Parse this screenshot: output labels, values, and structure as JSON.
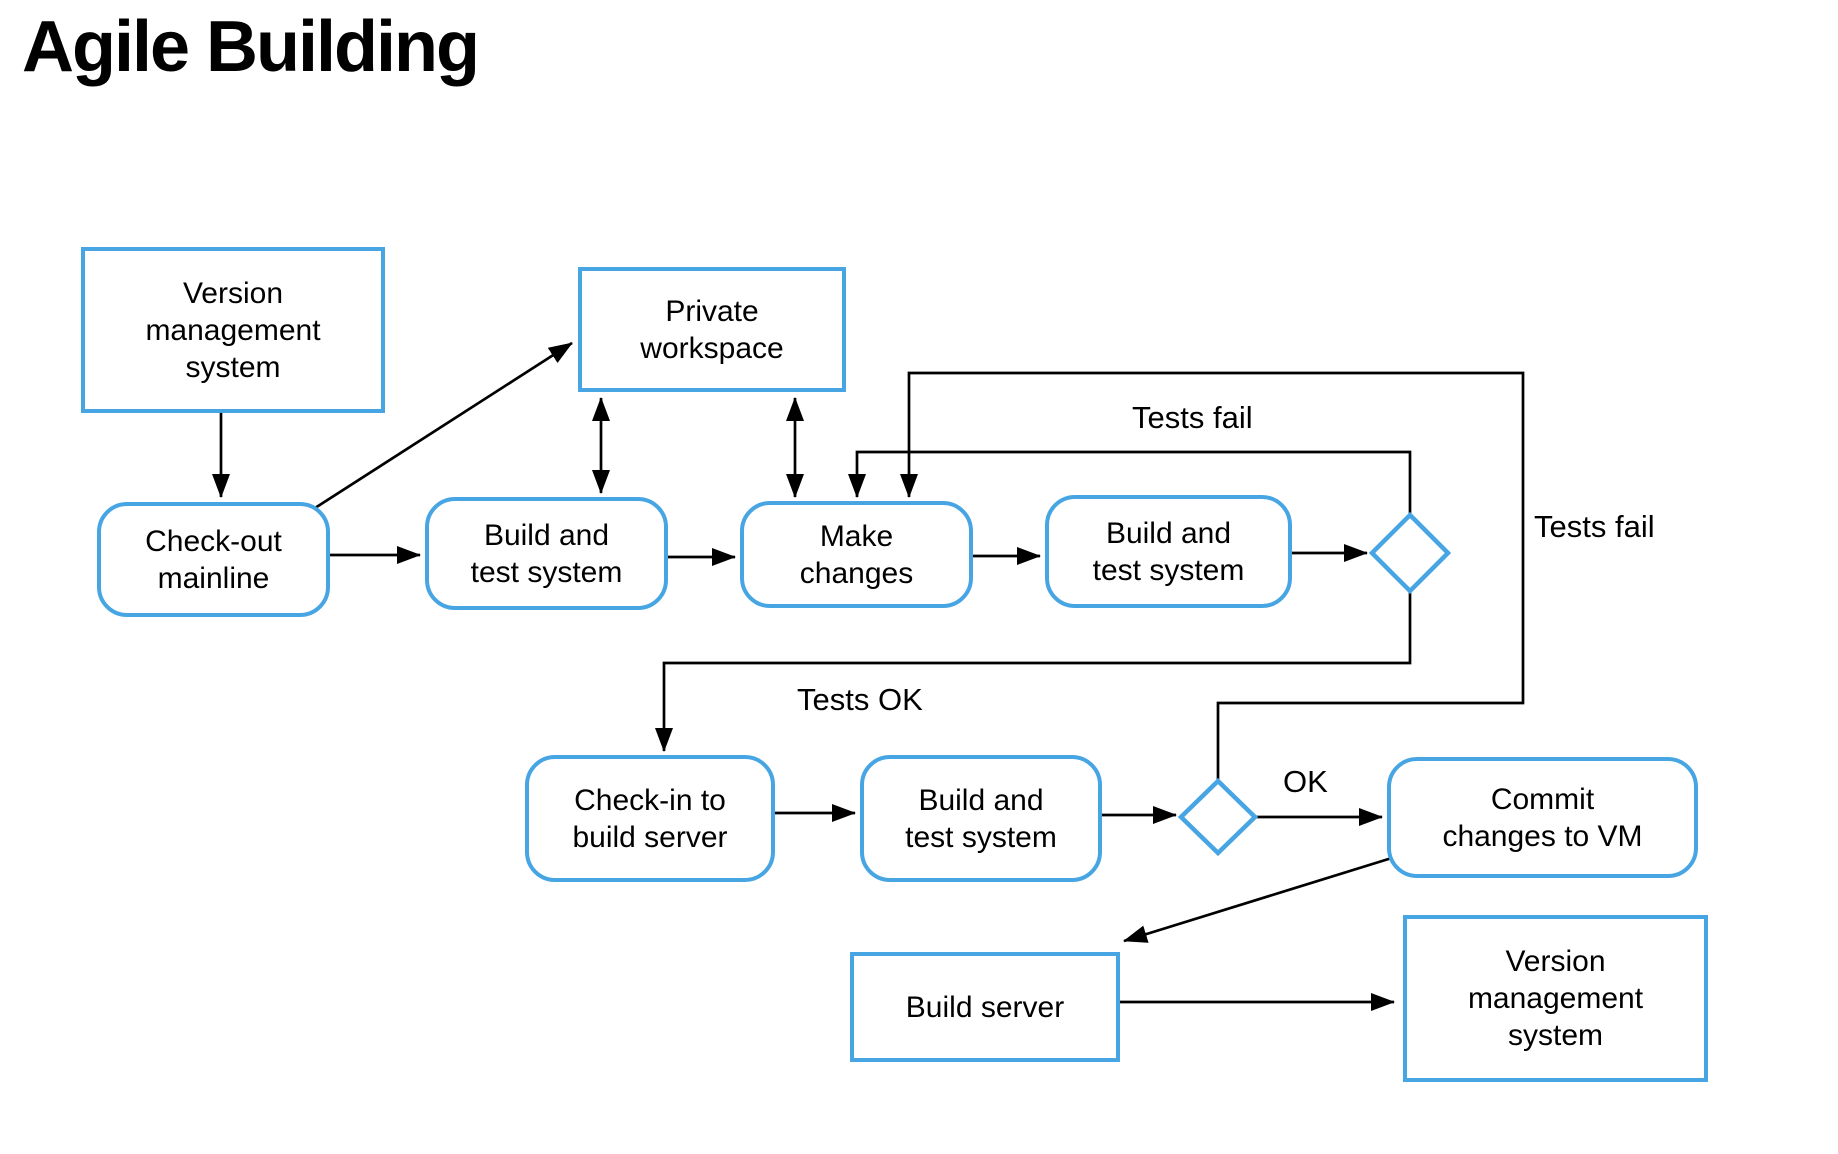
{
  "title": "Agile Building",
  "colors": {
    "node_border": "#47A5E4",
    "node_fill": "#ffffff",
    "connector": "#000000",
    "text": "#000000",
    "background": "#ffffff"
  },
  "nodes": {
    "vms_top": {
      "shape": "rectangle",
      "lines": [
        "Version",
        "management",
        "system"
      ]
    },
    "private_workspace": {
      "shape": "rectangle",
      "lines": [
        "Private",
        "workspace"
      ]
    },
    "checkout_mainline": {
      "shape": "rounded",
      "lines": [
        "Check-out",
        "mainline"
      ]
    },
    "build_test_1": {
      "shape": "rounded",
      "lines": [
        "Build and",
        "test system"
      ]
    },
    "make_changes": {
      "shape": "rounded",
      "lines": [
        "Make",
        "changes"
      ]
    },
    "build_test_2": {
      "shape": "rounded",
      "lines": [
        "Build and",
        "test system"
      ]
    },
    "checkin_build_server": {
      "shape": "rounded",
      "lines": [
        "Check-in to",
        "build server"
      ]
    },
    "build_test_3": {
      "shape": "rounded",
      "lines": [
        "Build and",
        "test system"
      ]
    },
    "commit_changes_vm": {
      "shape": "rounded",
      "lines": [
        "Commit",
        "changes to VM"
      ]
    },
    "build_server": {
      "shape": "rectangle",
      "lines": [
        "Build server"
      ]
    },
    "vms_bottom": {
      "shape": "rectangle",
      "lines": [
        "Version",
        "management",
        "system"
      ]
    }
  },
  "decisions": {
    "after_build_test_2": {
      "label": ""
    },
    "after_build_test_3": {
      "label": ""
    }
  },
  "labels": {
    "tests_fail_inner": "Tests fail",
    "tests_fail_outer": "Tests fail",
    "tests_ok": "Tests OK",
    "ok": "OK"
  }
}
